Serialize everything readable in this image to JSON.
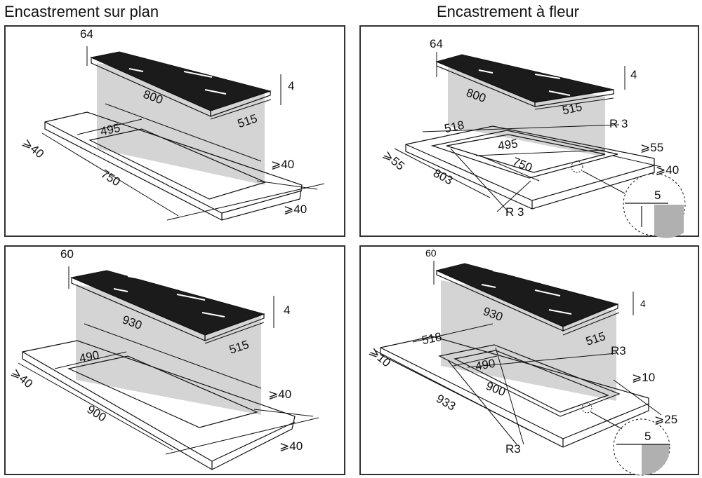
{
  "headings": {
    "left": "Encastrement sur plan",
    "right": "Encastrement à fleur"
  },
  "panels": [
    {
      "id": "plan-800",
      "labels": {
        "top_thickness": "64",
        "glass_thickness": "4",
        "hob_width": "800",
        "hob_depth": "515",
        "cutout_depth": "495",
        "min_front": "⩾40",
        "cutout_width": "750",
        "min_side": "⩾40",
        "min_back": "⩾40"
      }
    },
    {
      "id": "flush-800",
      "labels": {
        "top_thickness": "64",
        "glass_thickness": "4",
        "hob_width": "800",
        "hob_depth": "515",
        "rebate_depth": "518",
        "radius_top": "R 3",
        "cutout_depth": "495",
        "min_side": "⩾55",
        "min_front": "⩾55",
        "cutout_width": "750",
        "min_back": "⩾40",
        "rebate_width": "803",
        "radius_bottom": "R 3",
        "rebate_height": "5"
      }
    },
    {
      "id": "plan-900",
      "labels": {
        "top_thickness": "60",
        "glass_thickness": "4",
        "hob_width": "930",
        "hob_depth": "515",
        "cutout_depth": "490",
        "min_front": "⩾40",
        "cutout_width": "900",
        "min_side": "⩾40",
        "min_back": "⩾40"
      }
    },
    {
      "id": "flush-900",
      "labels": {
        "top_thickness": "60",
        "glass_thickness": "4",
        "hob_width": "930",
        "hob_depth": "515",
        "rebate_depth": "518",
        "radius_top": "R3",
        "cutout_depth": "490",
        "min_side": "⩾10",
        "min_front": "⩾10",
        "cutout_width": "900",
        "rebate_width": "933",
        "min_back": "⩾25",
        "radius_bottom": "R3",
        "rebate_height": "5"
      }
    }
  ]
}
